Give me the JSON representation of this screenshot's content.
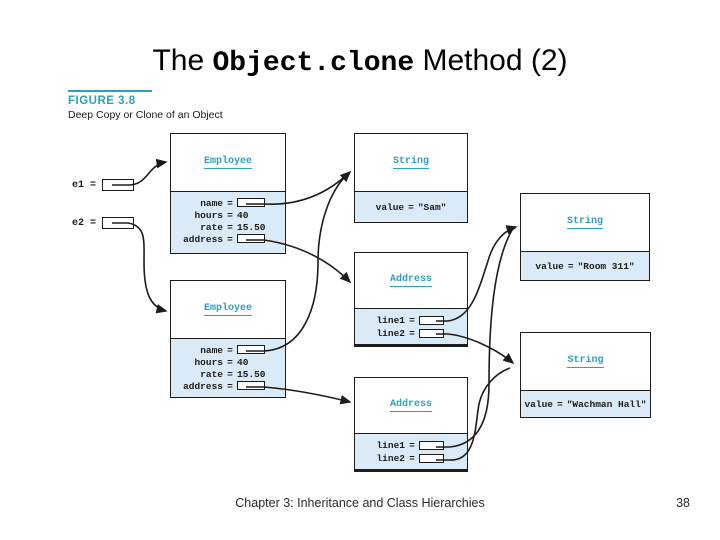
{
  "slide": {
    "title": {
      "pre": "The",
      "code": "Object.clone",
      "post": "Method (2)"
    },
    "footer": {
      "text": "Chapter 3: Inheritance and Class Hierarchies",
      "page_number": "38"
    }
  },
  "figure": {
    "label": "FIGURE 3.8",
    "caption": "Deep Copy or Clone of an Object"
  },
  "symbols": {
    "eq": "="
  },
  "variables": {
    "e1": {
      "name": "e1"
    },
    "e2": {
      "name": "e2"
    }
  },
  "objects": {
    "emp1": {
      "class": "Employee",
      "fields": [
        {
          "label": "name"
        },
        {
          "label": "hours",
          "value": "40"
        },
        {
          "label": "rate",
          "value": "15.50"
        },
        {
          "label": "address"
        }
      ]
    },
    "emp2": {
      "class": "Employee",
      "fields": [
        {
          "label": "name"
        },
        {
          "label": "hours",
          "value": "40"
        },
        {
          "label": "rate",
          "value": "15.50"
        },
        {
          "label": "address"
        }
      ]
    },
    "str_sam": {
      "class": "String",
      "fields": [
        {
          "label": "value",
          "value": "\"Sam\""
        }
      ]
    },
    "addr1": {
      "class": "Address",
      "fields": [
        {
          "label": "line1"
        },
        {
          "label": "line2"
        }
      ]
    },
    "addr2": {
      "class": "Address",
      "fields": [
        {
          "label": "line1"
        },
        {
          "label": "line2"
        }
      ]
    },
    "str_room": {
      "class": "String",
      "fields": [
        {
          "label": "value",
          "value": "\"Room 311\""
        }
      ]
    },
    "str_wach": {
      "class": "String",
      "fields": [
        {
          "label": "value",
          "value": "\"Wachman Hall\""
        }
      ]
    }
  },
  "colors": {
    "accent_teal": "#2e9fbc",
    "object_fill": "#daeaf6",
    "line": "#1c1c1c"
  }
}
